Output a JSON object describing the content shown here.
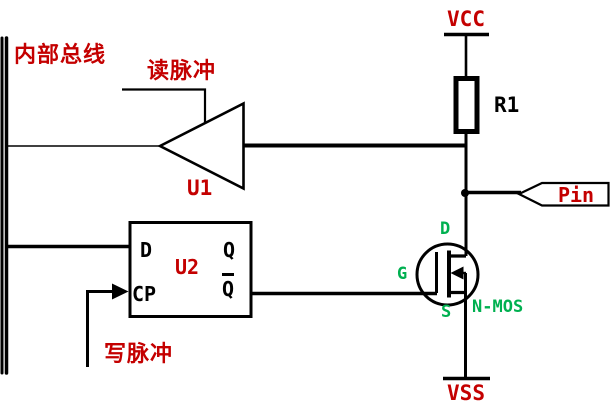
{
  "labels": {
    "internal_bus": "内部总线",
    "read_pulse": "读脉冲",
    "write_pulse": "写脉冲"
  },
  "components": {
    "buffer": {
      "ref": "U1"
    },
    "flipflop": {
      "ref": "U2",
      "pin_d": "D",
      "pin_cp": "CP",
      "pin_q": "Q",
      "pin_q_bar": "Q"
    },
    "resistor": {
      "ref": "R1"
    },
    "mosfet": {
      "type": "N-MOS",
      "drain": "D",
      "gate": "G",
      "source": "S"
    },
    "pin_connector": {
      "label": "Pin"
    }
  },
  "power": {
    "vcc": "VCC",
    "vss": "VSS"
  },
  "colors": {
    "label_red": "#C40000",
    "mosfet_green": "#00B050",
    "wire_black": "#000000",
    "background": "#FFFFFF"
  }
}
